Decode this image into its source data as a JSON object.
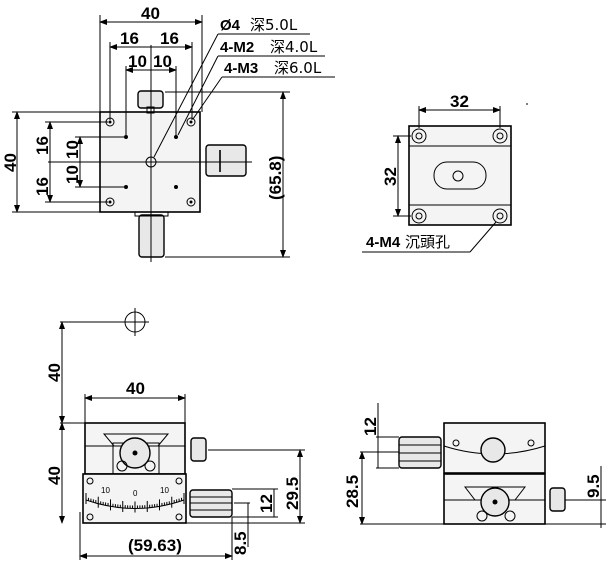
{
  "top_view": {
    "width_label": "40",
    "pitch_left": "16",
    "pitch_right": "16",
    "inner_left": "10",
    "inner_right": "10",
    "height_label": "40",
    "v_pitch_top": "16",
    "v_pitch_bottom": "16",
    "v_inner_top": "10",
    "v_inner_bottom": "10",
    "overall_height": "(65.8)",
    "notes": [
      {
        "id": "Ø4",
        "depth": "深5.0L"
      },
      {
        "id": "4-M2",
        "depth": "深4.0L"
      },
      {
        "id": "4-M3",
        "depth": "深6.0L"
      }
    ]
  },
  "bottom_view": {
    "width_label": "32",
    "height_label": "32",
    "note_id": "4-M4",
    "note_text": "沉頭孔"
  },
  "front_view": {
    "rotation_center_height": "40",
    "body_height": "40",
    "width_label": "40",
    "knob_height": "29.5",
    "knob_dia": "12",
    "knob_offset": "8.5",
    "overall_width": "(59.63)",
    "scale_labels": [
      "10",
      "0",
      "10"
    ]
  },
  "side_view": {
    "knob_dia": "12",
    "knob_height": "28.5",
    "small_knob_height": "9.5"
  }
}
